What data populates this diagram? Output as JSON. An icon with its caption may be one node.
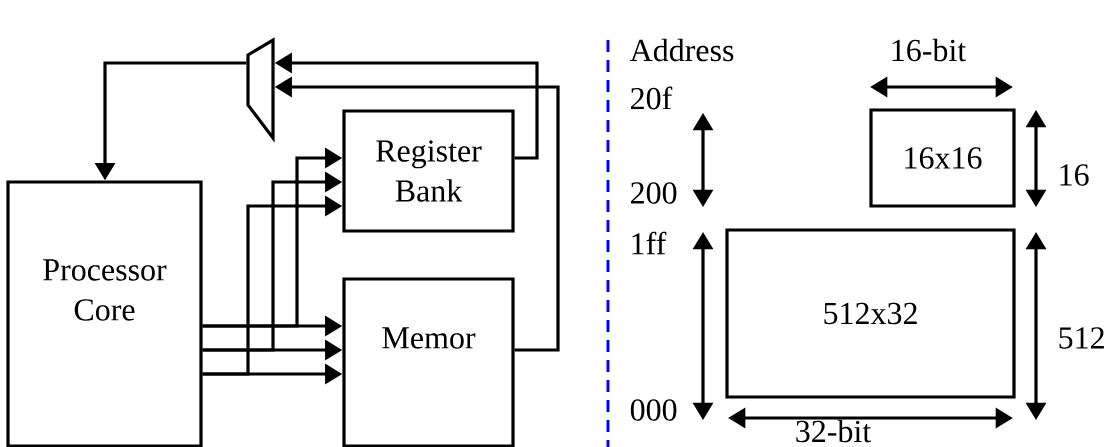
{
  "diagram": {
    "nodes": [
      {
        "text": [
          "Processor Core"
        ]
      },
      {
        "text": [
          "Register Bank"
        ]
      },
      {
        "text": [
          "Memor"
        ]
      },
      {
        "text": [],
        "shape": "trapezoid"
      },
      {
        "text": [
          "16x16"
        ]
      },
      {
        "text": [
          "512x32"
        ]
      }
    ],
    "edges": [
      {
        "from": 3,
        "to": 0,
        "arrow": "to"
      },
      {
        "from": 1,
        "to": 3,
        "arrow": "to"
      },
      {
        "from": 2,
        "to": 3,
        "arrow": "to"
      },
      {
        "from": 0,
        "to": 1,
        "arrow": "to"
      },
      {
        "from": 0,
        "to": 1,
        "arrow": "to"
      },
      {
        "from": 0,
        "to": 1,
        "arrow": "to"
      },
      {
        "from": 0,
        "to": 2,
        "arrow": "to"
      },
      {
        "from": 0,
        "to": 2,
        "arrow": "to"
      },
      {
        "from": 0,
        "to": 2,
        "arrow": "to"
      }
    ],
    "labels": [
      "Address",
      "16-bit",
      "20f",
      "200",
      "16",
      "1ff",
      "512",
      "000",
      "32-bit"
    ]
  }
}
